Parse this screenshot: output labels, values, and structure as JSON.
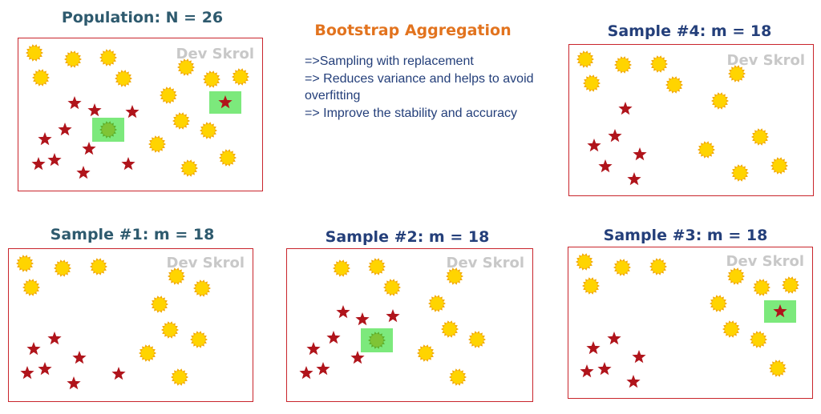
{
  "colors": {
    "title": "#2e5a6e",
    "accent": "#e2731e",
    "note_text": "#243f7a",
    "panel_border": "#c9252c",
    "watermark": "#c8c8c8",
    "sun": "#ffd400",
    "sun_ray": "#f2a900",
    "star": "#b0141b",
    "highlight": "#7ce97c"
  },
  "main_title": "Bootstrap Aggregation",
  "notes": [
    "=>Sampling with replacement",
    "=> Reduces variance and helps to avoid overfitting",
    "=> Improve the stability and accuracy"
  ],
  "watermark": "Dev Skrol",
  "panels": {
    "population": {
      "title": "Population: N = 26",
      "icons": "sun-icon, star-icon"
    },
    "sample1": {
      "title": "Sample #1: m = 18",
      "icons": "sun-icon, star-icon"
    },
    "sample2": {
      "title": "Sample #2: m = 18",
      "icons": "sun-icon, star-icon"
    },
    "sample3": {
      "title": "Sample #3: m = 18",
      "icons": "sun-icon, star-icon"
    },
    "sample4": {
      "title": "Sample #4: m = 18",
      "icons": "sun-icon, star-icon"
    }
  }
}
